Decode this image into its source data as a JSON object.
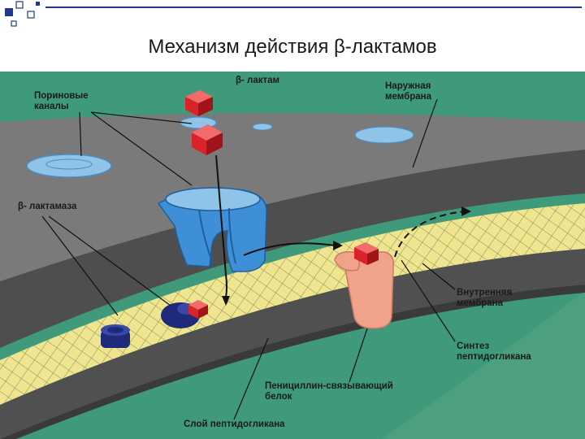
{
  "slide": {
    "title": "Механизм действия β-лактамов"
  },
  "labels": {
    "porin_channels": "Пориновые\nканалы",
    "beta_lactam": "β- лактам",
    "outer_membrane": "Наружная\nмембрана",
    "beta_lactamase": "β- лактамаза",
    "inner_membrane": "Внутренняя\nмембрана",
    "peptidoglycan_synthesis": "Синтез\nпептидогликана",
    "pbp": "Пенициллин-связывающий\nбелок",
    "peptidoglycan_layer": "Слой пептидогликана"
  },
  "colors": {
    "background_green": "#3f9a7c",
    "outer_membrane_gray": "#7a7a7a",
    "membrane_dark": "#4e4e4e",
    "peptidoglycan_yellow": "#efe58f",
    "porin_blue": "#3f8fd6",
    "beta_lactam_red": "#d8232a",
    "beta_lactamase_navy": "#1f2a7a",
    "pbp_salmon": "#f0a38a",
    "title_bullets": "#1f3a8a"
  }
}
